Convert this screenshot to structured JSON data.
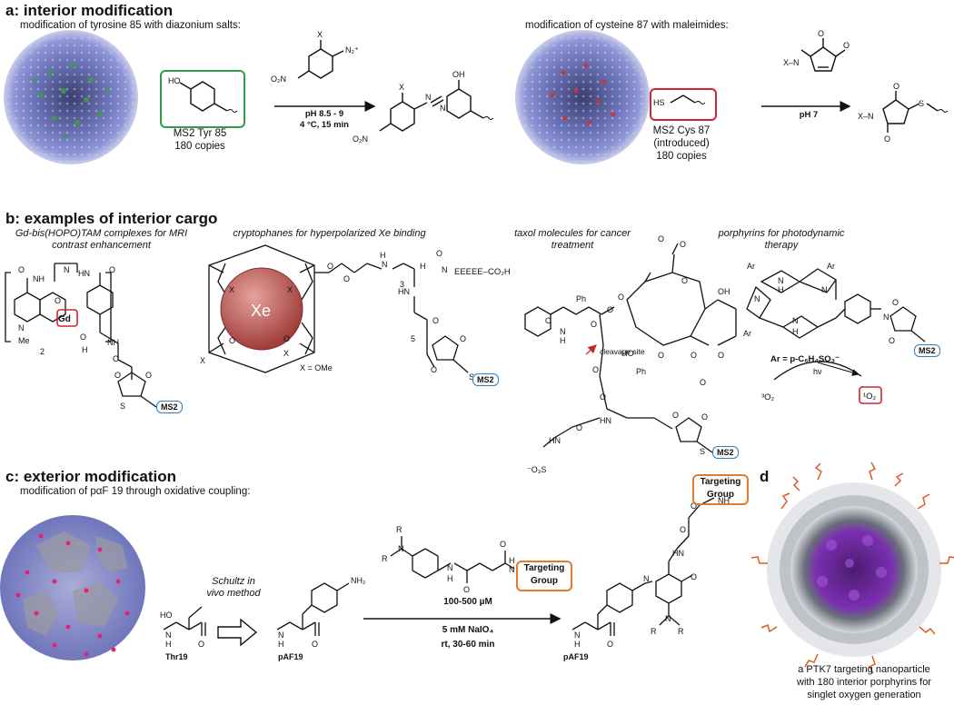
{
  "panel_a": {
    "title": "a: interior modification",
    "tyr_subtitle": "modification of tyrosine 85 with diazonium salts:",
    "tyr_label_1": "MS2 Tyr 85",
    "tyr_label_2": "180 copies",
    "tyr_cond_1": "pH 8.5 - 9",
    "tyr_cond_2": "4 °C, 15 min",
    "cys_subtitle": "modification of cysteine 87 with maleimides:",
    "cys_label_1": "MS2 Cys 87",
    "cys_label_2": "(introduced)",
    "cys_label_3": "180 copies",
    "cys_cond": "pH 7"
  },
  "panel_b": {
    "title": "b: examples of interior cargo",
    "cap1": "Gd-bis(HOPO)TAM complexes for MRI contrast enhancement",
    "cap2": "cryptophanes for hyperpolarized Xe binding",
    "cap3": "taxol molecules for cancer treatment",
    "cap4": "porphyrins for photodynamic therapy",
    "gd": "Gd",
    "xe": "Xe",
    "x_ome": "X = OMe",
    "peptide": "EEEEE–CO₂H",
    "cleavage": "cleavage site",
    "ar_def": "Ar = p-C₆H₄SO₃⁻",
    "hv": "hν",
    "o2_triplet": "³O₂",
    "o2_singlet": "¹O₂",
    "ms2": "MS2"
  },
  "panel_c": {
    "title": "c: exterior modification",
    "subtitle": "modification of pαF 19 through oxidative coupling:",
    "schultz": "Schultz in vivo method",
    "thr": "Thr19",
    "paf": "pAF19",
    "conc": "100-500 µM",
    "oxidant": "5 mM NaIO₄",
    "time": "rt, 30-60 min",
    "targeting_1": "Targeting",
    "targeting_2": "Group",
    "product": "pAF19"
  },
  "panel_d": {
    "letter": "d",
    "caption_1": "a PTK7 targeting nanoparticle",
    "caption_2": "with 180 interior porphyrins for",
    "caption_3": "singlet oxygen generation"
  },
  "colors": {
    "tyr_box": "#2e9e4a",
    "cys_box": "#c8282f",
    "ms2_tag": "#2a7fc4",
    "targeting_box": "#e07a2e",
    "capsid_blue": "#7f86c8",
    "xe_sphere": "#b9524e",
    "porphyrin_purple": "#7a2fb0"
  }
}
